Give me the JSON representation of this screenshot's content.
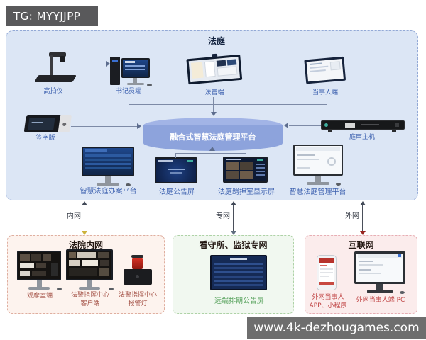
{
  "tag": "TG: MYYJJPP",
  "watermark": "www.4k-dezhougames.com",
  "colors": {
    "court_bg": "#dce6f5",
    "cylinder": "#8da3dc",
    "label_blue": "#3e62b0",
    "intranet_label": "#a6554a",
    "prison_label": "#57a25c",
    "header_bg": "#59595b"
  },
  "courtroom": {
    "title": "法庭",
    "platform_label": "融合式智慧法庭管理平台",
    "devices": {
      "scanner": "高拍仪",
      "clerk": "书记员端",
      "judge": "法官端",
      "party": "当事人端",
      "signpad": "签字版",
      "host": "庭审主机",
      "case_platform": "智慧法庭办案平台",
      "notice_screen": "法庭公告屏",
      "detention_screen": "法庭羁押室显示屏",
      "mgmt_platform": "智慧法庭管理平台"
    }
  },
  "network_links": {
    "intranet": "内网",
    "dedicated": "专网",
    "internet": "外网"
  },
  "court_intranet": {
    "title": "法院内网",
    "observation": "观摩室端",
    "command_client_line1": "法警指挥中心",
    "command_client_line2": "客户端",
    "alarm_line1": "法警指挥中心",
    "alarm_line2": "报警灯"
  },
  "prison_network": {
    "title": "看守所、监狱专网",
    "remote_screen": "远端排期公告屏"
  },
  "internet_zone": {
    "title": "互联网",
    "app_line1": "外网当事人",
    "app_line2": "APP、小程序",
    "pc": "外网当事人端 PC"
  }
}
